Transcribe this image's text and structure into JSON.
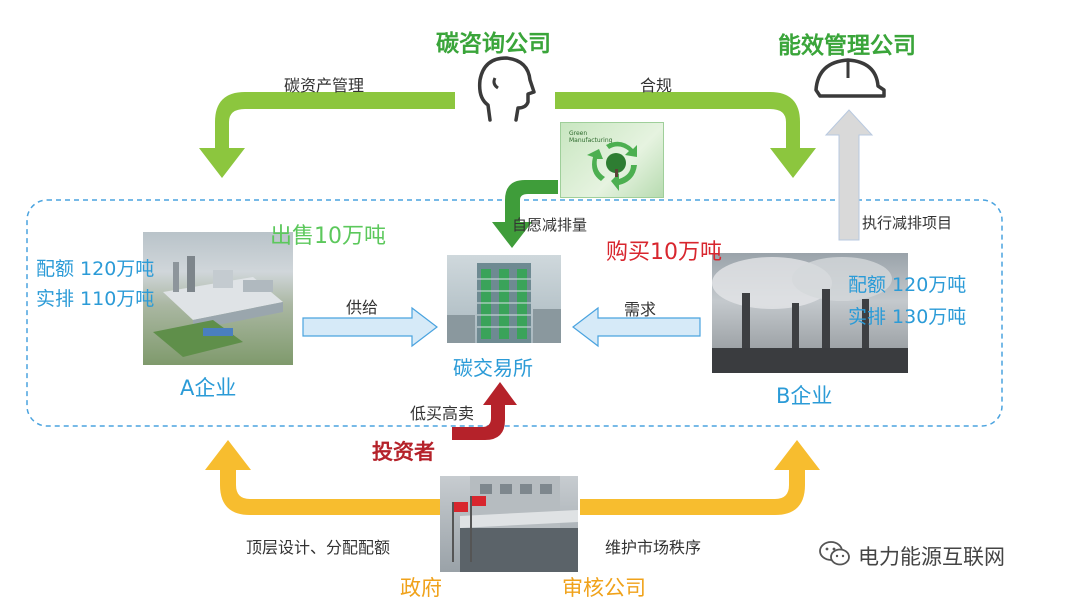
{
  "colors": {
    "green": "#8cc63e",
    "dark_green": "#3f9d3a",
    "gray_arrow": "#d9d9d9",
    "blue_arrow": "#cfe6f6",
    "blue_stroke": "#2b9bd7",
    "yellow": "#f7bd2f",
    "dark_red": "#b5222a",
    "dashed_border": "#4aa3df"
  },
  "nodes": {
    "consulting": "碳咨询公司",
    "efficiency": "能效管理公司",
    "exchange": "碳交易所",
    "company_a": "A企业",
    "company_b": "B企业",
    "investor": "投资者",
    "government": "政府",
    "audit": "审核公司"
  },
  "edges": {
    "asset_mgmt": "碳资产管理",
    "compliance": "合规",
    "voluntary": "自愿减排量",
    "execute": "执行减排项目",
    "supply": "供给",
    "demand": "需求",
    "buy_low": "低买高卖",
    "design": "顶层设计、分配配额",
    "maintain": "维护市场秩序"
  },
  "a_info": {
    "sell": "出售10万吨",
    "quota": "配额 120万吨",
    "actual": "实排 110万吨"
  },
  "b_info": {
    "buy": "购买10万吨",
    "quota": "配额 120万吨",
    "actual": "实排 130万吨"
  },
  "watermark": "电力能源互联网",
  "icons": {
    "consulting": "head-icon",
    "efficiency": "helmet-icon",
    "recycle": "recycle-tree-icon",
    "wechat": "wechat-icon"
  }
}
